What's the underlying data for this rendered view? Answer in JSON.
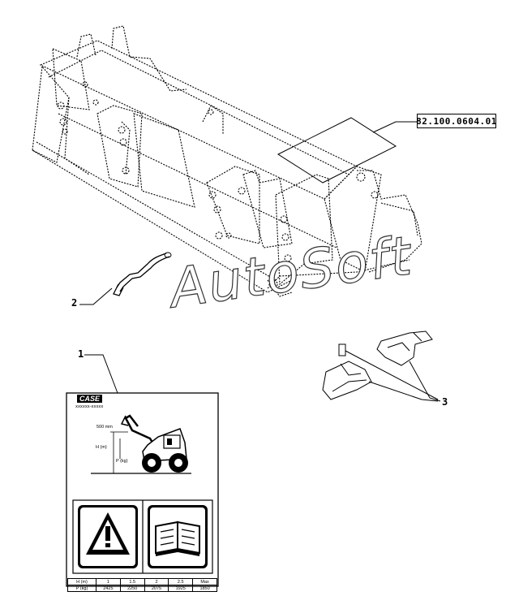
{
  "diagram": {
    "reference_code": "82.100.0604.01",
    "watermark": "AutoSoft",
    "callouts": [
      {
        "id": "1",
        "label": "1"
      },
      {
        "id": "2",
        "label": "2"
      },
      {
        "id": "3",
        "label": "3"
      }
    ]
  },
  "decal": {
    "brand": "CASE",
    "subtitle": "xxxxxx-xxxxx",
    "lift_label": "500 mm",
    "height_label": "H (m)",
    "load_label": "P (kg)",
    "table": {
      "header": [
        "H (m)",
        "1",
        "1.5",
        "2",
        "2.5",
        "Max"
      ],
      "row": [
        "P (kg)",
        "2425",
        "2250",
        "2075",
        "1925",
        "1850"
      ]
    }
  },
  "colors": {
    "line": "#000000",
    "background": "#ffffff"
  }
}
